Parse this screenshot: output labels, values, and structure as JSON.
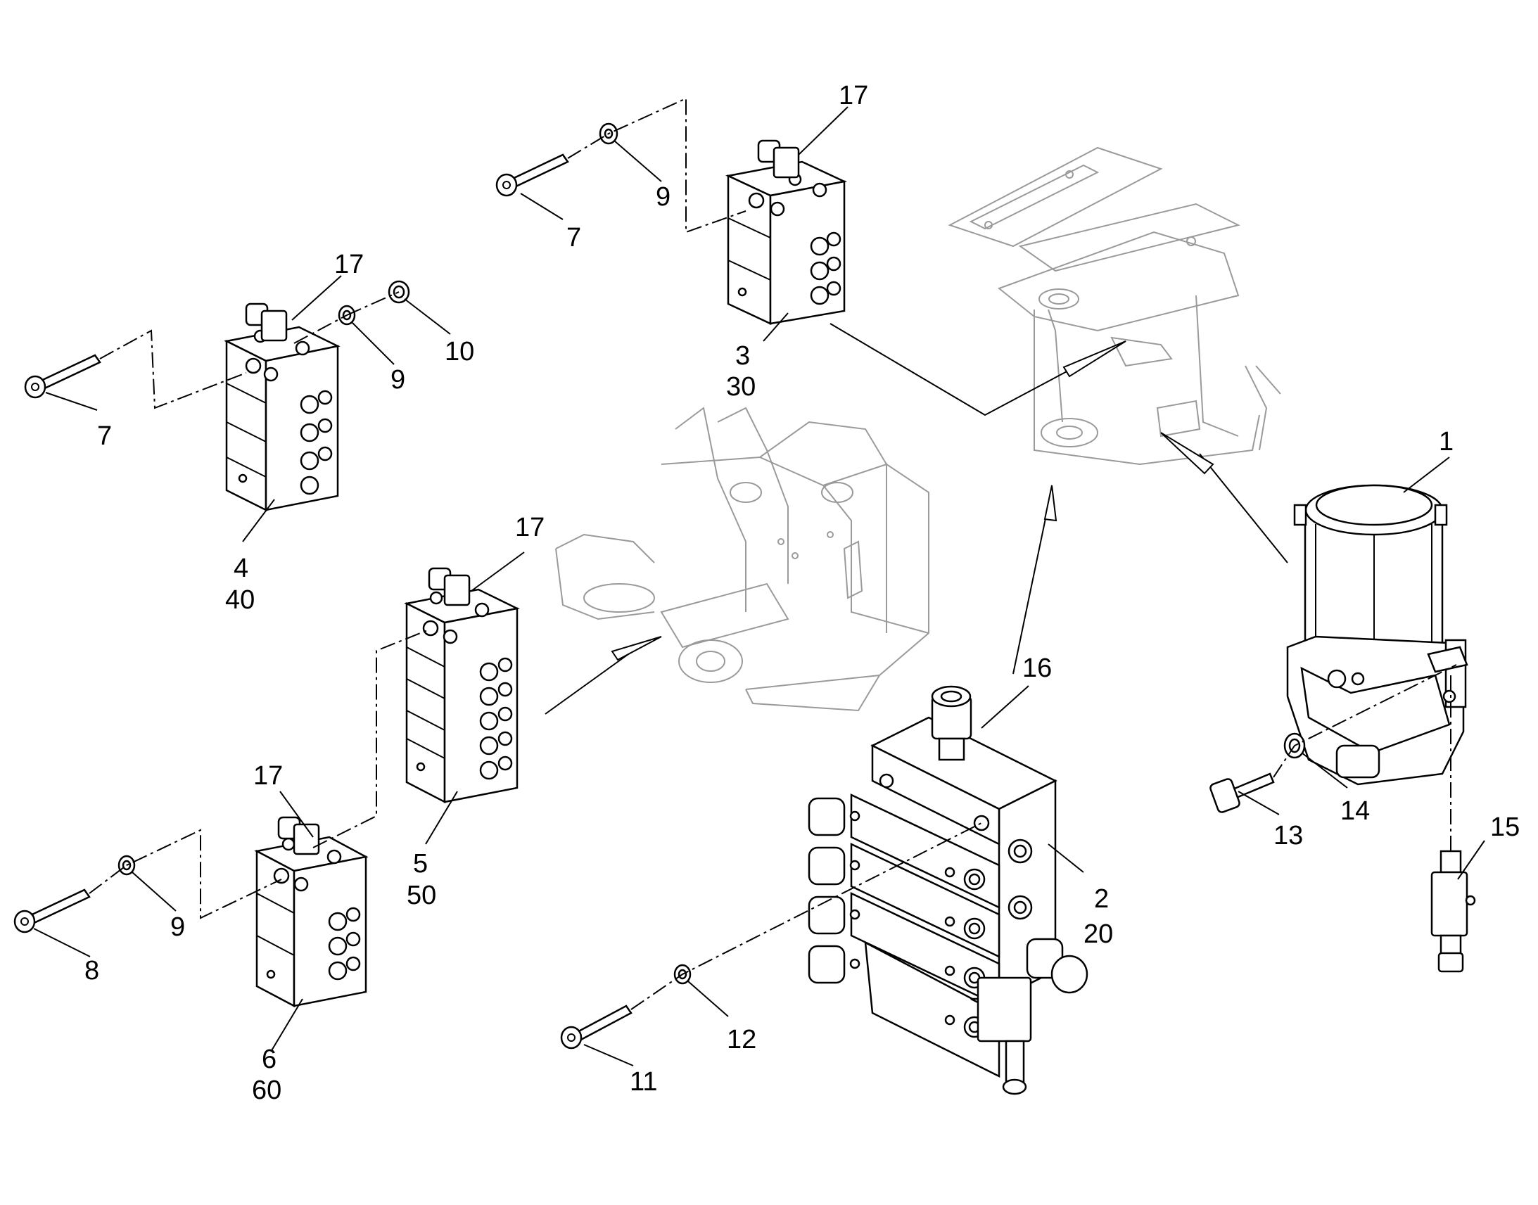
{
  "labels": {
    "item_1": "1",
    "item_2": "2",
    "item_2_qty": "20",
    "item_3": "3",
    "item_3_qty": "30",
    "item_4": "4",
    "item_4_qty": "40",
    "item_5": "5",
    "item_5_qty": "50",
    "item_6": "6",
    "item_6_qty": "60",
    "item_7_top": "7",
    "item_7_left": "7",
    "item_8": "8",
    "item_9_top": "9",
    "item_9_mid": "9",
    "item_9_low": "9",
    "item_10": "10",
    "item_11": "11",
    "item_12": "12",
    "item_13": "13",
    "item_14": "14",
    "item_15": "15",
    "item_16": "16",
    "item_17_top": "17",
    "item_17_mid": "17",
    "item_17_center": "17",
    "item_17_low": "17"
  }
}
